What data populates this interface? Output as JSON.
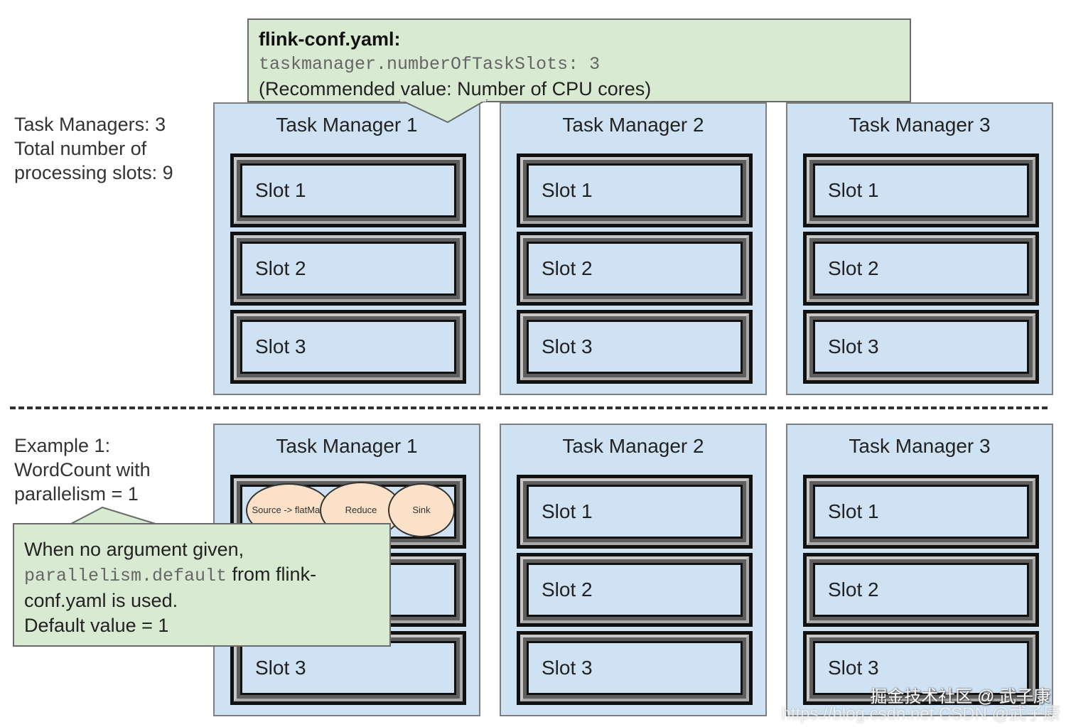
{
  "config_callout": {
    "title": "flink-conf.yaml:",
    "code": "taskmanager.numberOfTaskSlots: 3",
    "note": "(Recommended value: Number of CPU cores)"
  },
  "top_label": {
    "line1": "Task Managers: 3",
    "line2": "Total number of",
    "line3": "processing slots: 9"
  },
  "top_managers": [
    {
      "title": "Task Manager 1",
      "slots": [
        "Slot 1",
        "Slot 2",
        "Slot 3"
      ]
    },
    {
      "title": "Task Manager 2",
      "slots": [
        "Slot 1",
        "Slot 2",
        "Slot 3"
      ]
    },
    {
      "title": "Task Manager 3",
      "slots": [
        "Slot 1",
        "Slot 2",
        "Slot 3"
      ]
    }
  ],
  "example_label": {
    "line1": "Example 1:",
    "line2": "WordCount with",
    "line3": "parallelism = 1"
  },
  "bottom_managers": [
    {
      "title": "Task Manager 1",
      "slots": [
        "",
        "",
        "Slot 3"
      ]
    },
    {
      "title": "Task Manager 2",
      "slots": [
        "Slot 1",
        "Slot 2",
        "Slot 3"
      ]
    },
    {
      "title": "Task Manager 3",
      "slots": [
        "Slot 1",
        "Slot 2",
        "Slot 3"
      ]
    }
  ],
  "operators": {
    "source": "Source -> flatMap",
    "reduce": "Reduce",
    "sink": "Sink"
  },
  "default_callout": {
    "line1": "When no argument given,",
    "code": "parallelism.default",
    "line2_rest": " from flink-",
    "line3": "conf.yaml is used.",
    "line4": "Default value = 1"
  },
  "watermark": {
    "primary": "掘金技术社区 @ 武子康",
    "secondary": "https://blog.csdn.net CSDN @武子康"
  },
  "colors": {
    "manager_fill": "#cfe2f3",
    "callout_fill": "#d9ead3",
    "operator_fill": "#fbe1c8"
  }
}
